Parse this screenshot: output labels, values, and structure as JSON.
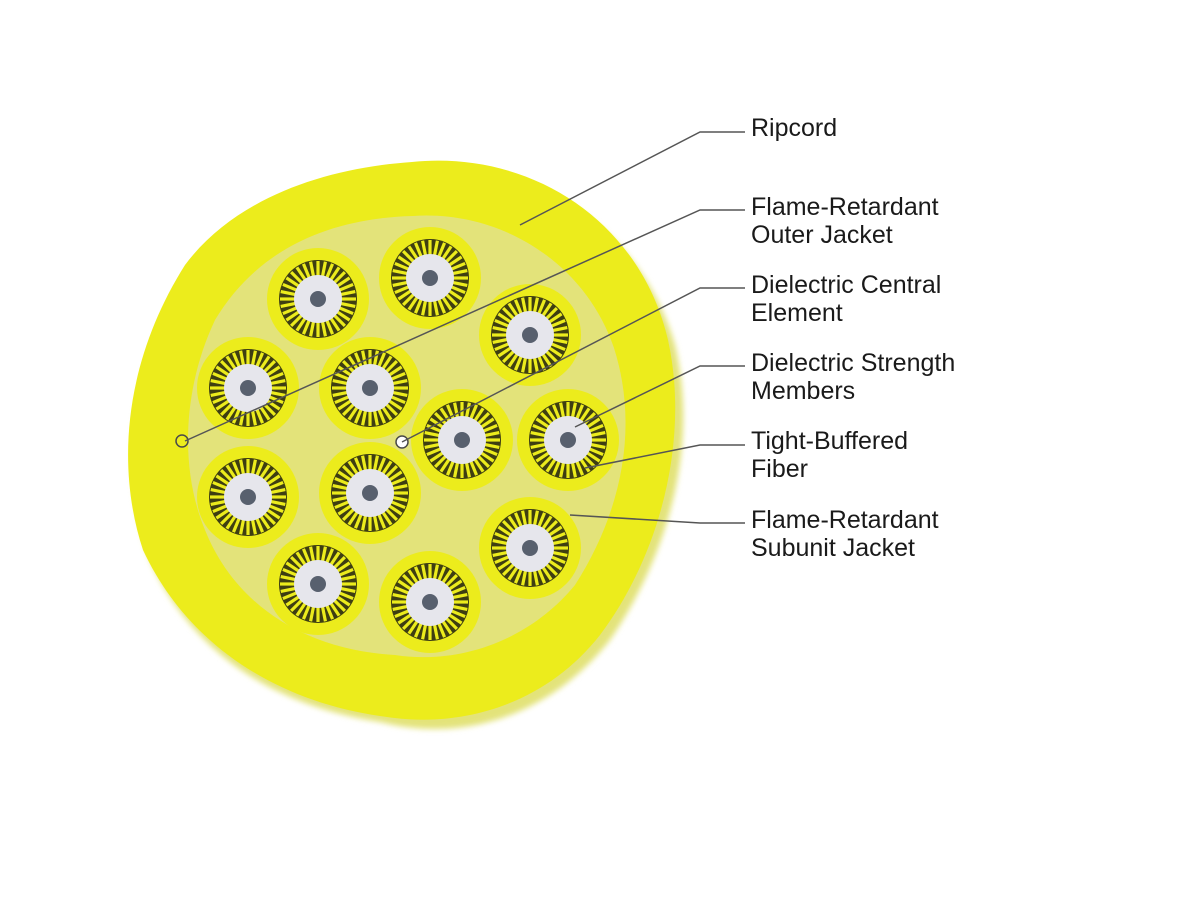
{
  "colors": {
    "jacket": "#ecec1c",
    "jacket_shadow": "#e3e37a",
    "cable_core": "#ffffff",
    "strength_dark": "#3e3e12",
    "fiber_buffer": "#e6e6ec",
    "fiber_core": "#58606e",
    "leader_line": "#555555",
    "label_text": "#1a1a1a"
  },
  "callouts": [
    {
      "id": "ripcord",
      "lines": [
        "Ripcord"
      ]
    },
    {
      "id": "outer-jacket",
      "lines": [
        "Flame-Retardant",
        "Outer Jacket"
      ]
    },
    {
      "id": "central-element",
      "lines": [
        "Dielectric Central",
        "Element"
      ]
    },
    {
      "id": "strength-members",
      "lines": [
        "Dielectric Strength",
        "Members"
      ]
    },
    {
      "id": "tight-buffered-fiber",
      "lines": [
        "Tight-Buffered",
        "Fiber"
      ]
    },
    {
      "id": "subunit-jacket",
      "lines": [
        "Flame-Retardant",
        "Subunit Jacket"
      ]
    }
  ],
  "subunit_count": 12
}
